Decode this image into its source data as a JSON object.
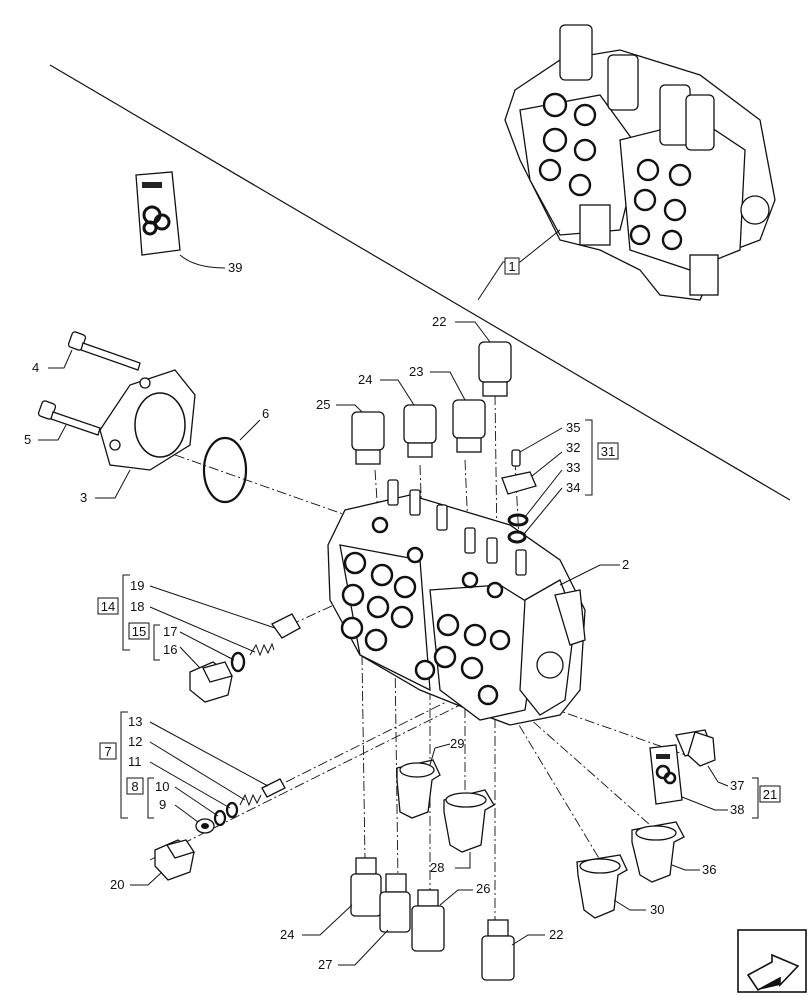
{
  "labels": {
    "l1": "1",
    "l2": "2",
    "l3": "3",
    "l4": "4",
    "l5": "5",
    "l6": "6",
    "l7": "7",
    "l8": "8",
    "l9": "9",
    "l10": "10",
    "l11": "11",
    "l12": "12",
    "l13": "13",
    "l14": "14",
    "l15": "15",
    "l16": "16",
    "l17": "17",
    "l18": "18",
    "l19": "19",
    "l20": "20",
    "l21": "21",
    "l22a": "22",
    "l22b": "22",
    "l23": "23",
    "l24a": "24",
    "l24b": "24",
    "l25": "25",
    "l26": "26",
    "l27": "27",
    "l28": "28",
    "l29": "29",
    "l30": "30",
    "l31": "31",
    "l32": "32",
    "l33": "33",
    "l34": "34",
    "l35": "35",
    "l36": "36",
    "l37": "37",
    "l38": "38",
    "l39": "39"
  },
  "icons": {
    "nav": "next-page-arrow-icon",
    "kit": "seal-kit-bag-icon"
  }
}
